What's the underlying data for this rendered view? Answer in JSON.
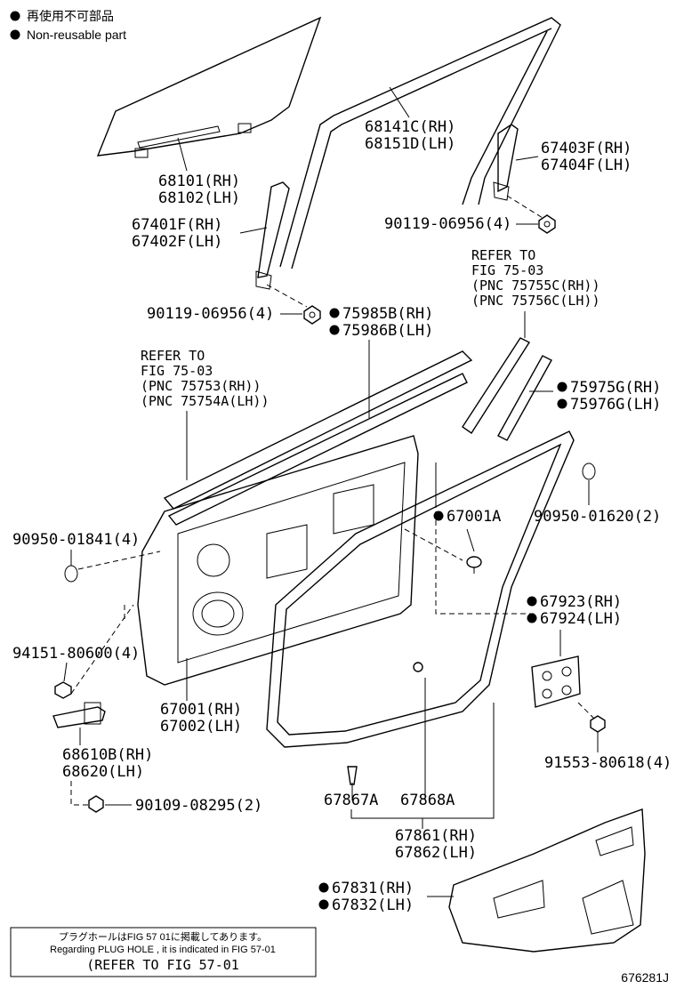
{
  "legend": {
    "jp": "再使用不可部品",
    "en": "Non-reusable part"
  },
  "labels": {
    "l68101": "68101(RH)",
    "l68102": "68102(LH)",
    "l68141": "68141C(RH)",
    "l68151": "68151D(LH)",
    "l67403": "67403F(RH)",
    "l67404": "67404F(LH)",
    "l90119a": "90119-06956(4)",
    "l67401": "67401F(RH)",
    "l67402": "67402F(LH)",
    "l90119b": "90119-06956(4)",
    "l75985": "75985B(RH)",
    "l75986": "75986B(LH)",
    "ref1_1": "REFER TO",
    "ref1_2": "FIG 75-03",
    "ref1_3": "(PNC 75755C(RH))",
    "ref1_4": "(PNC 75756C(LH))",
    "ref2_1": "REFER TO",
    "ref2_2": "FIG 75-03",
    "ref2_3": "(PNC 75753(RH))",
    "ref2_4": "(PNC 75754A(LH))",
    "l75975": "75975G(RH)",
    "l75976": "75976G(LH)",
    "l67001a": "67001A",
    "l90950b": "90950-01620(2)",
    "l90950a": "90950-01841(4)",
    "l67923": "67923(RH)",
    "l67924": "67924(LH)",
    "l94151": "94151-80600(4)",
    "l67001": "67001(RH)",
    "l67002": "67002(LH)",
    "l68610": "68610B(RH)",
    "l68620": "68620(LH)",
    "l91553": "91553-80618(4)",
    "l90109": "90109-08295(2)",
    "l67867": "67867A",
    "l67868": "67868A",
    "l67861": "67861(RH)",
    "l67862": "67862(LH)",
    "l67831": "67831(RH)",
    "l67832": "67832(LH)"
  },
  "note": {
    "jp": "プラグホールはFIG 57 01に掲載してあります。",
    "en": "Regarding PLUG HOLE , it is indicated in FIG 57-01",
    "ref": "(REFER TO FIG 57-01"
  },
  "diagram_id": "676281J"
}
